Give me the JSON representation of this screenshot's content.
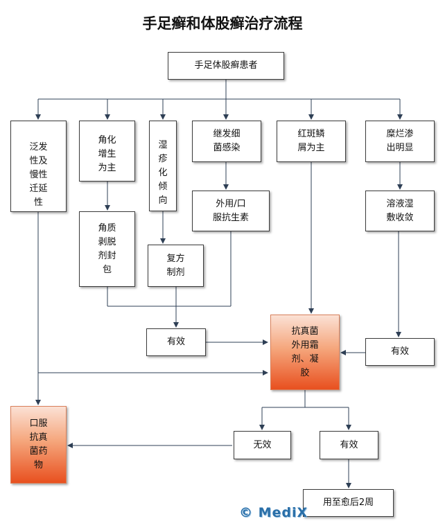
{
  "title": "手足癣和体股癣治疗流程",
  "nodes": {
    "patient": "手足体股癣患者",
    "pan": "泛发\n性及\n慢性\n迁延\n性",
    "jiao": "角化\n增生\n为主",
    "shi": "湿\n疹\n化\n倾\n向",
    "jifa": "继发细\n菌感染",
    "hongban": "红斑鳞\n屑为主",
    "milan": "糜烂渗\n出明显",
    "jiaozhi": "角质\n剥脱\n剂封\n包",
    "fufang": "复方\n制剂",
    "waiyong_kangsheng": "外用/口\n服抗生素",
    "rongye": "溶液湿\n敷收敛",
    "youxiao_left": "有效",
    "youxiao_right": "有效",
    "kangzhen_waiyong": "抗真菌\n外用霜\n剂、凝\n胶",
    "koufu": "口服\n抗真\n菌药\n物",
    "wuxiao": "无效",
    "youxiao_bottom": "有效",
    "yongzhi": "用至愈后2周"
  },
  "watermark": "© MediX",
  "colors": {
    "line": "#2e3f55",
    "highlight_top": "#fbe1d5",
    "highlight_bottom": "#e8501f"
  }
}
